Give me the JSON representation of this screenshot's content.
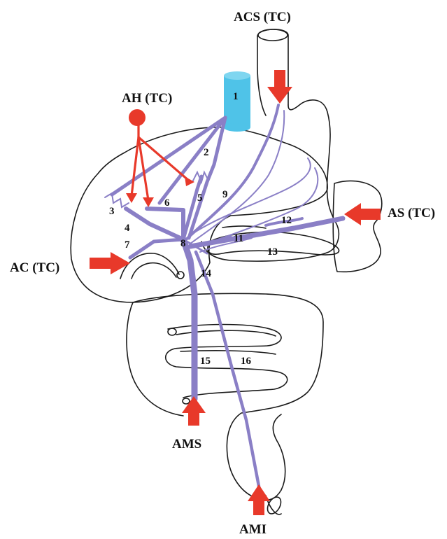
{
  "colors": {
    "vein": "#8a7fc6",
    "artery": "#e8392a",
    "catheter": "#4fc3e8",
    "outline": "#1a1a1a"
  },
  "labels": {
    "acs": "ACS (TC)",
    "ah": "AH (TC)",
    "as": "AS (TC)",
    "ac": "AC (TC)",
    "ams": "AMS",
    "ami": "AMI"
  },
  "numbers": {
    "n1": "1",
    "n2": "2",
    "n3": "3",
    "n4": "4",
    "n5": "5",
    "n6": "6",
    "n7": "7",
    "n8": "8",
    "n9": "9",
    "n11": "11",
    "n12": "12",
    "n13": "13",
    "n14": "14",
    "n15": "15",
    "n16": "16"
  }
}
